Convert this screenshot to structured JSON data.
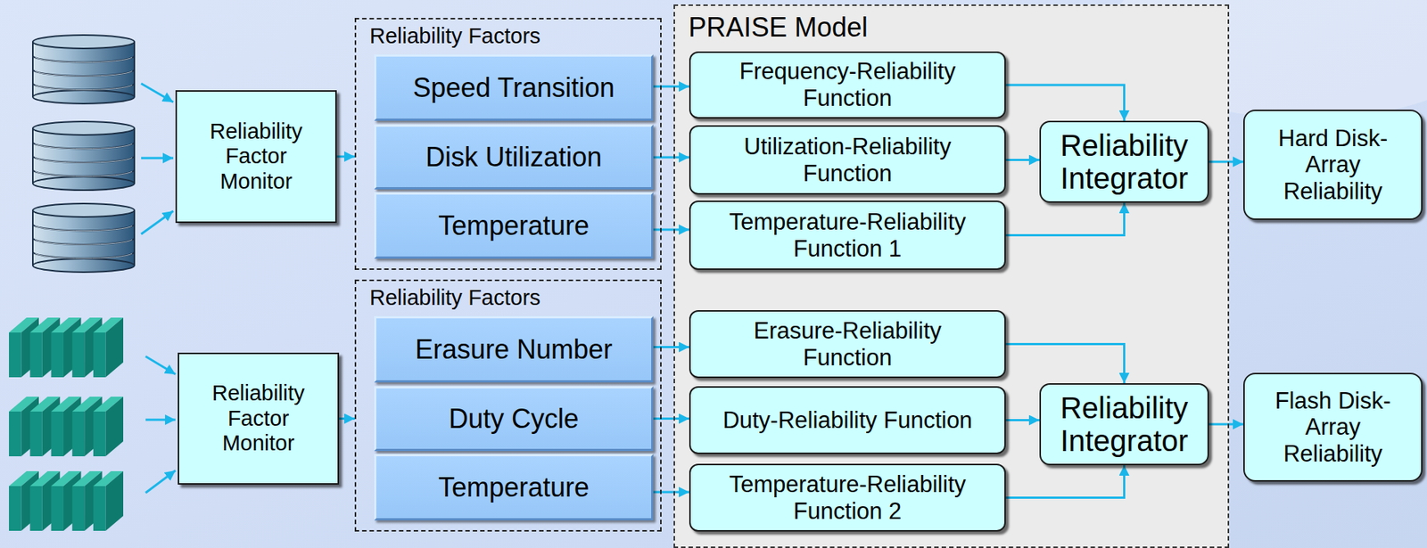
{
  "diagram": {
    "nodes": [
      {
        "text": [
          "Reliability Factor Monitor"
        ]
      },
      {
        "text": [
          "Reliability Factor Monitor"
        ]
      },
      {
        "text": [
          "Reliability Factors"
        ]
      },
      {
        "text": [
          "Speed Transition"
        ],
        "in": 2
      },
      {
        "text": [
          "Disk Utilization"
        ],
        "in": 2
      },
      {
        "text": [
          "Temperature"
        ],
        "in": 2
      },
      {
        "text": [
          "Reliability Factors"
        ]
      },
      {
        "text": [
          "Erasure Number"
        ],
        "in": 6
      },
      {
        "text": [
          "Duty Cycle"
        ],
        "in": 6
      },
      {
        "text": [
          "Temperature"
        ],
        "in": 6
      },
      {
        "text": [
          "PRAISE Model"
        ]
      },
      {
        "text": [
          "Frequency-Reliability Function"
        ],
        "in": 10
      },
      {
        "text": [
          "Utilization-Reliability Function"
        ],
        "in": 10
      },
      {
        "text": [
          "Temperature-Reliability Function 1"
        ],
        "in": 10
      },
      {
        "text": [
          "Reliability Integrator"
        ],
        "in": 10
      },
      {
        "text": [
          "Erasure-Reliability Function"
        ],
        "in": 10
      },
      {
        "text": [
          "Duty-Reliability Function"
        ],
        "in": 10
      },
      {
        "text": [
          "Temperature-Reliability Function 2"
        ],
        "in": 10
      },
      {
        "text": [
          "Reliability Integrator"
        ],
        "in": 10
      },
      {
        "text": [
          "Hard Disk-Array Reliability"
        ]
      },
      {
        "text": [
          "Flash Disk-Array Reliability"
        ]
      }
    ],
    "edges": [
      {
        "from": 0,
        "to": 2,
        "arrow": "to"
      },
      {
        "from": 1,
        "to": 6,
        "arrow": "to"
      },
      {
        "from": 3,
        "to": 11,
        "arrow": "to"
      },
      {
        "from": 4,
        "to": 12,
        "arrow": "to"
      },
      {
        "from": 5,
        "to": 13,
        "arrow": "to"
      },
      {
        "from": 7,
        "to": 15,
        "arrow": "to"
      },
      {
        "from": 8,
        "to": 16,
        "arrow": "to"
      },
      {
        "from": 9,
        "to": 17,
        "arrow": "to"
      },
      {
        "from": 11,
        "to": 14,
        "arrow": "to"
      },
      {
        "from": 12,
        "to": 14,
        "arrow": "to"
      },
      {
        "from": 13,
        "to": 14,
        "arrow": "to"
      },
      {
        "from": 15,
        "to": 18,
        "arrow": "to"
      },
      {
        "from": 16,
        "to": 18,
        "arrow": "to"
      },
      {
        "from": 17,
        "to": 18,
        "arrow": "to"
      },
      {
        "from": 14,
        "to": 19,
        "arrow": "to"
      },
      {
        "from": 18,
        "to": 20,
        "arrow": "to"
      }
    ]
  }
}
